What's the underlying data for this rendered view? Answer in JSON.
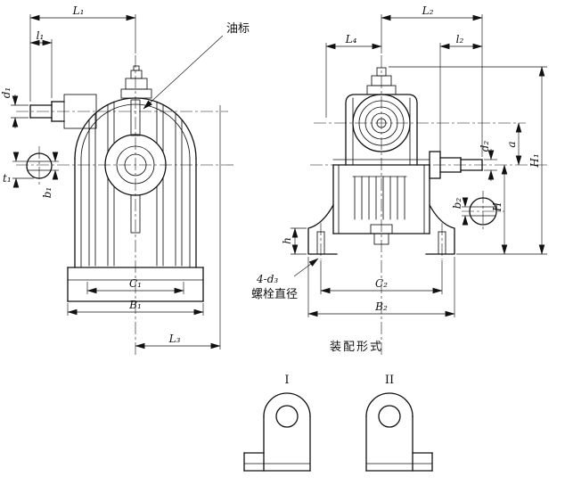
{
  "annotations": {
    "oil_gauge": "油标",
    "bolt_count": "4-d₃",
    "bolt_label": "螺栓直径"
  },
  "dims": {
    "left": {
      "L1": "L₁",
      "l1": "l₁",
      "d1": "d₁",
      "t1": "t₁",
      "b1": "b₁",
      "C1": "C₁",
      "B1": "B₁",
      "L3": "L₃"
    },
    "right": {
      "L2": "L₂",
      "L4": "L₄",
      "l2": "l₂",
      "d2": "d₂",
      "a": "a",
      "H1": "H₁",
      "H": "H",
      "b2": "b₂",
      "h": "h",
      "C2": "C₂",
      "B2": "B₂"
    }
  },
  "forms": {
    "title": "装配形式",
    "one": "I",
    "two": "II"
  },
  "colors": {
    "ink": "#111111",
    "background": "#ffffff"
  }
}
